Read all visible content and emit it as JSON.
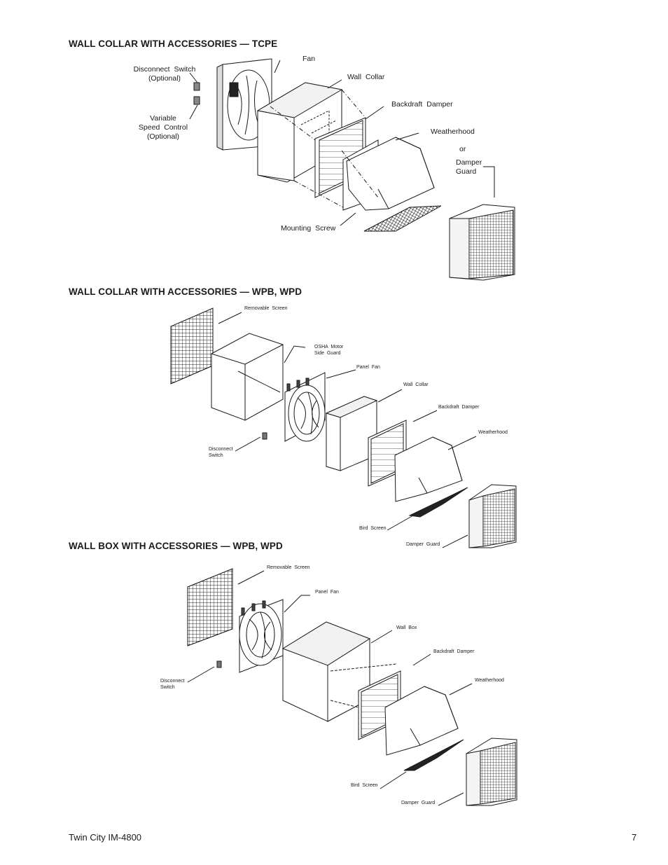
{
  "sections": [
    {
      "title": "WALL COLLAR WITH ACCESSORIES — TCPE",
      "labels": {
        "fan": "Fan",
        "wall_collar": "Wall  Collar",
        "disconnect_switch": [
          "Disconnect  Switch",
          "(Optional)"
        ],
        "variable_speed": [
          "Variable",
          "Speed  Control",
          "(Optional)"
        ],
        "backdraft_damper": "Backdraft  Damper",
        "weatherhood": "Weatherhood",
        "or": "or",
        "damper_guard": [
          "Damper",
          "Guard"
        ],
        "mounting_screw": "Mounting  Screw"
      }
    },
    {
      "title": "WALL COLLAR WITH ACCESSORIES — WPB, WPD",
      "labels": {
        "removable_screen": "Removable  Screen",
        "osha_guard": [
          "OSHA  Motor",
          "Side  Guard"
        ],
        "panel_fan": "Panel  Fan",
        "wall_collar": "Wall  Collar",
        "backdraft_damper": "Backdraft  Damper",
        "weatherhood": "Weatherhood",
        "disconnect_switch": [
          "Disconnect",
          "Switch"
        ],
        "bird_screen": "Bird  Screen",
        "damper_guard": "Damper  Guard"
      }
    },
    {
      "title": "WALL BOX WITH ACCESSORIES — WPB, WPD",
      "labels": {
        "removable_screen": "Removable  Screen",
        "panel_fan": "Panel  Fan",
        "wall_box": "Wall  Box",
        "backdraft_damper": "Backdraft  Damper",
        "weatherhood": "Weatherhood",
        "disconnect_switch": [
          "Disconnect",
          "Switch"
        ],
        "bird_screen": "Bird  Screen",
        "damper_guard": "Damper  Guard"
      }
    }
  ],
  "footer": {
    "doc": "Twin  City  IM-4800",
    "page": "7"
  }
}
